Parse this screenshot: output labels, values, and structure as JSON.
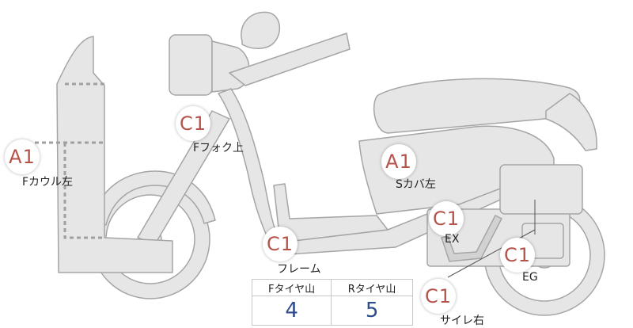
{
  "markers": [
    {
      "id": "cowl-left",
      "grade": "A1",
      "label": "Fカウル左"
    },
    {
      "id": "fork-upper",
      "grade": "C1",
      "label": "Fフォク上"
    },
    {
      "id": "side-cover-left",
      "grade": "A1",
      "label": "Sカバ左"
    },
    {
      "id": "frame",
      "grade": "C1",
      "label": "フレーム"
    },
    {
      "id": "exhaust",
      "grade": "C1",
      "label": "EX"
    },
    {
      "id": "engine",
      "grade": "C1",
      "label": "EG"
    },
    {
      "id": "muffler-right",
      "grade": "C1",
      "label": "サイレ右"
    }
  ],
  "tread": {
    "front_header": "Fタイヤ山",
    "rear_header": "Rタイヤ山",
    "front_value": "4",
    "rear_value": "5"
  },
  "colors": {
    "grade_text": "#b5534b",
    "tread_value": "#2e4b8c",
    "body_fill": "#e6e6e6",
    "outline": "#a5a5a5"
  }
}
